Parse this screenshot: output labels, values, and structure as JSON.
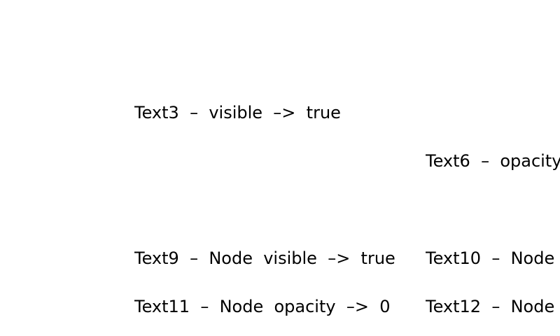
{
  "labels": {
    "text3": "Text3  –  visible  –>  true",
    "text6": "Text6  –  opacity",
    "text9": "Text9  –  Node  visible  –>  true",
    "text10": "Text10  –  Node",
    "text11": "Text11  –  Node  opacity  –>  0",
    "text12": "Text12  –  Node"
  }
}
